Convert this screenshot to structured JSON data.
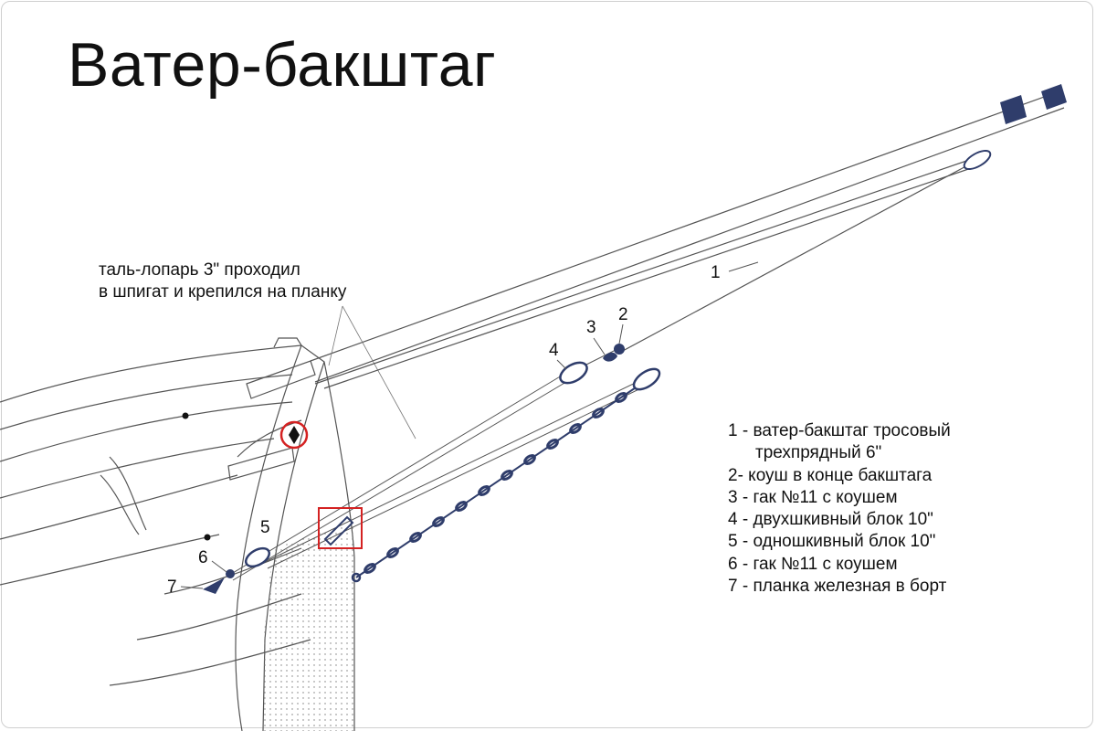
{
  "title": "Ватер-бакштаг",
  "note": {
    "line1": "таль-лопарь 3\" проходил",
    "line2": "в шпигат и крепился на планку"
  },
  "callouts": [
    "1",
    "2",
    "3",
    "4",
    "5",
    "6",
    "7"
  ],
  "legend": {
    "items": [
      "1 - ватер-бакштаг тросовый",
      "трехпрядный 6\"",
      "2- коуш в конце бакштага",
      "3 - гак №11 с коушем",
      "4 - двухшкивный блок 10\"",
      "5 - одношкивный блок 10\"",
      "6 - гак №11 с коушем",
      "7 - планка железная в борт"
    ]
  },
  "colors": {
    "line": "#555555",
    "fitting": "#2f3d6b",
    "highlight": "#d42222"
  }
}
